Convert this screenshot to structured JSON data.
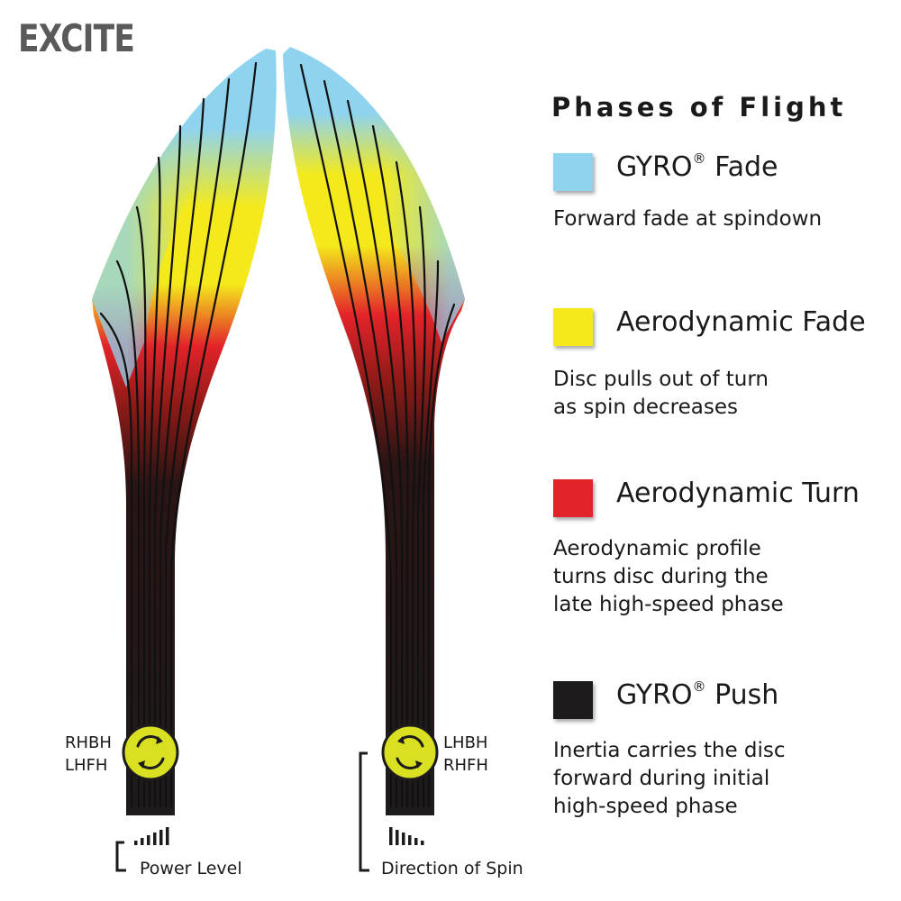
{
  "brand": "EXCITE",
  "legend": {
    "title": "Phases of Flight",
    "items": [
      {
        "name": "GYRO",
        "mark": "®",
        "suffix": " Fade",
        "color": "#8fd3ee",
        "desc": [
          "Forward fade at spindown"
        ]
      },
      {
        "name": "Aerodynamic Fade",
        "mark": "",
        "suffix": "",
        "color": "#f4ea1b",
        "desc": [
          "Disc pulls out of turn",
          "as spin decreases"
        ]
      },
      {
        "name": "Aerodynamic Turn",
        "mark": "",
        "suffix": "",
        "color": "#e3232a",
        "desc": [
          "Aerodynamic profile",
          "turns disc during the",
          "late high-speed phase"
        ]
      },
      {
        "name": "GYRO",
        "mark": "®",
        "suffix": " Push",
        "color": "#1e1b1c",
        "desc": [
          "Inertia carries the disc",
          "forward during initial",
          "high-speed phase"
        ]
      }
    ]
  },
  "left_path": {
    "throws": [
      "RHBH",
      "LHFH"
    ],
    "caption": "Power Level"
  },
  "right_path": {
    "throws": [
      "LHBH",
      "RHFH"
    ],
    "caption": "Direction of Spin"
  },
  "colors": {
    "gyro_fade": "#8fd3ee",
    "aero_fade": "#f4ea1b",
    "aero_turn": "#e3232a",
    "gyro_push": "#1e1b1c",
    "disc_marker": "#d9e021",
    "brand_text": "#5a5a5a"
  },
  "icons": {
    "disc_marker": "spin-arrows-icon",
    "power_bars": "bar-signal-icon"
  }
}
